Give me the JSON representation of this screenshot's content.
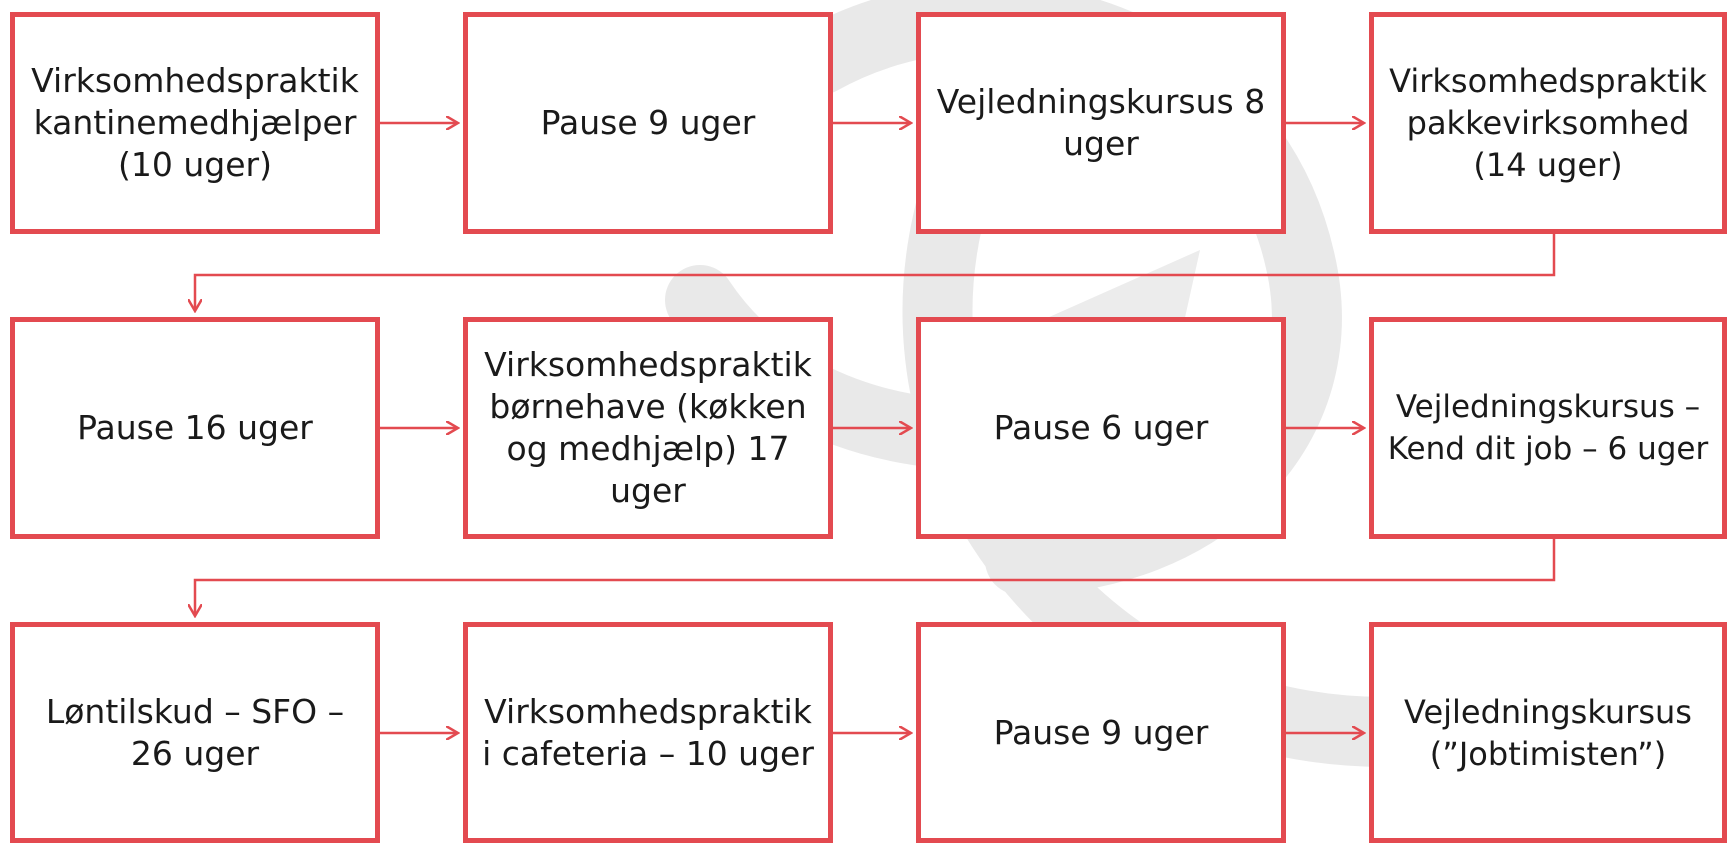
{
  "steps": [
    {
      "label": "Virksomhedspraktik\nkantinemedhjælper\n(10 uger)"
    },
    {
      "label": "Pause 9 uger"
    },
    {
      "label": "Vejledningskursus 8\nuger"
    },
    {
      "label": "Virksomhedspraktik\npakkevirksomhed\n(14 uger)"
    },
    {
      "label": "Pause 16 uger"
    },
    {
      "label": "Virksomhedspraktik\nbørnehave (køkken\nog medhjælp) 17\nuger"
    },
    {
      "label": "Pause 6 uger"
    },
    {
      "label": "Vejledningskursus –\nKend dit job – 6 uger"
    },
    {
      "label": "Løntilskud – SFO –\n26 uger"
    },
    {
      "label": "Virksomhedspraktik\ni cafeteria – 10 uger"
    },
    {
      "label": "Pause 9 uger"
    },
    {
      "label": "Vejledningskursus\n(”Jobtimisten”)"
    }
  ],
  "colors": {
    "accent": "#e34a50",
    "text": "#1a1a1a",
    "watermark": "#d8d8d8"
  }
}
